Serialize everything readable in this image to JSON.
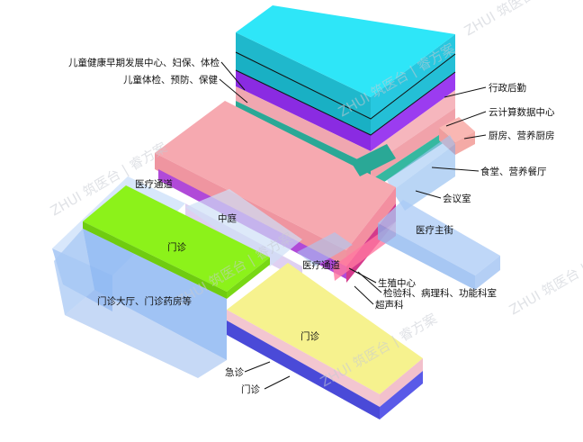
{
  "diagram": {
    "watermark": "ZHUI 筑医台 | 睿方案",
    "labels": {
      "early_dev_center": "儿童健康早期发展中心、妇保、体检",
      "child_checkup": "儿童体检、预防、保健",
      "admin_logistics": "行政后勤",
      "cloud_data_center": "云计算数据中心",
      "kitchen": "厨房、营养厨房",
      "canteen": "食堂、营养餐厅",
      "meeting_room": "会议室",
      "medical_passage_top": "医疗通道",
      "courtyard": "中庭",
      "medical_main_street": "医疗主街",
      "outpatient_upper": "门诊",
      "medical_passage_mid": "医疗通道",
      "reproductive_center": "生殖中心",
      "labs": "检验科、病理科、功能科室",
      "ultrasound": "超声科",
      "outpatient_hall": "门诊大厅、门诊药房等",
      "outpatient_lower": "门诊",
      "emergency": "急诊",
      "outpatient_base": "门诊"
    },
    "colors": {
      "cyan_block": "#22d8ee",
      "purple_band": "#8a2be2",
      "teal_band": "#2aa896",
      "pink_block": "#f4a9ae",
      "green_block": "#88f010",
      "yellow_block": "#f6f28e",
      "blue_glass": "#8fb8f2",
      "base_blue": "#4a4ad8"
    }
  }
}
